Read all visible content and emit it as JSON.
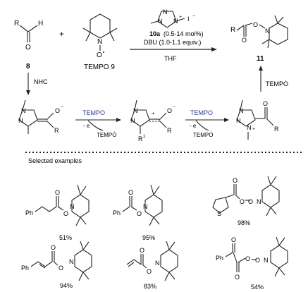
{
  "labels": {
    "r": "R",
    "h": "H",
    "o": "O",
    "n": "N",
    "s": "S",
    "r1": "R",
    "r1_sup": "1",
    "plus": "+",
    "i_minus": "I",
    "ph": "Ph",
    "compound_8": "8",
    "tempo_9": "TEMPO 9",
    "compound_11": "11",
    "nhc": "NHC",
    "catalyst_num": "10a",
    "catalyst_loading": "(0.5-14 mol%)",
    "base": "DBU (1.0-1.1 equiv.)",
    "solvent": "THF",
    "tempo_up": "TEMPȮ",
    "tempo_reagent": "TEMPO",
    "minus_e": "- e",
    "tempo_dot": "TEMPȮ",
    "selected_examples": "Selected examples"
  },
  "yields": [
    "51%",
    "95%",
    "98%",
    "94%",
    "83%",
    "54%"
  ]
}
